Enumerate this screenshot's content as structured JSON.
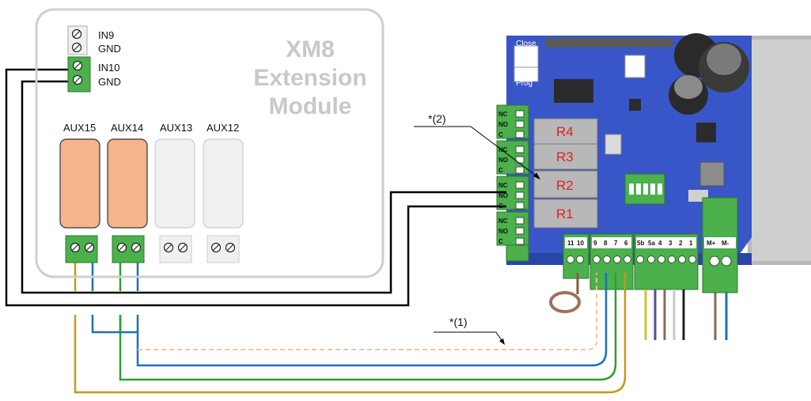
{
  "module": {
    "title_line1": "XM8",
    "title_line2": "Extension",
    "title_line3": "Module",
    "inputs": [
      "IN9",
      "GND",
      "IN10",
      "GND"
    ],
    "aux": [
      "AUX15",
      "AUX14",
      "AUX13",
      "AUX12"
    ]
  },
  "board": {
    "close_label": "Close",
    "prog_label": "Prog",
    "relays": [
      "R4",
      "R3",
      "R2",
      "R1"
    ],
    "relay_terminals": [
      "NC",
      "NO",
      "C"
    ],
    "terminal_numbers": [
      "11",
      "10",
      "9",
      "8",
      "7",
      "6",
      "5b",
      "5a",
      "4",
      "3",
      "2",
      "1"
    ],
    "motor_terminals": [
      "M+",
      "M-"
    ]
  },
  "notes": {
    "note1": "*(1)",
    "note2": "*(2)"
  },
  "colors": {
    "relay_active": "#f4b48c",
    "relay_inactive": "#f0f0f0",
    "terminal_green": "#4cb04c",
    "board_blue": "#3856c8",
    "wire_blue": "#1e6fbf",
    "wire_green": "#2ca02c",
    "wire_gold": "#c8961e",
    "wire_dashed": "#f2c29e",
    "wire_black": "#000000"
  }
}
